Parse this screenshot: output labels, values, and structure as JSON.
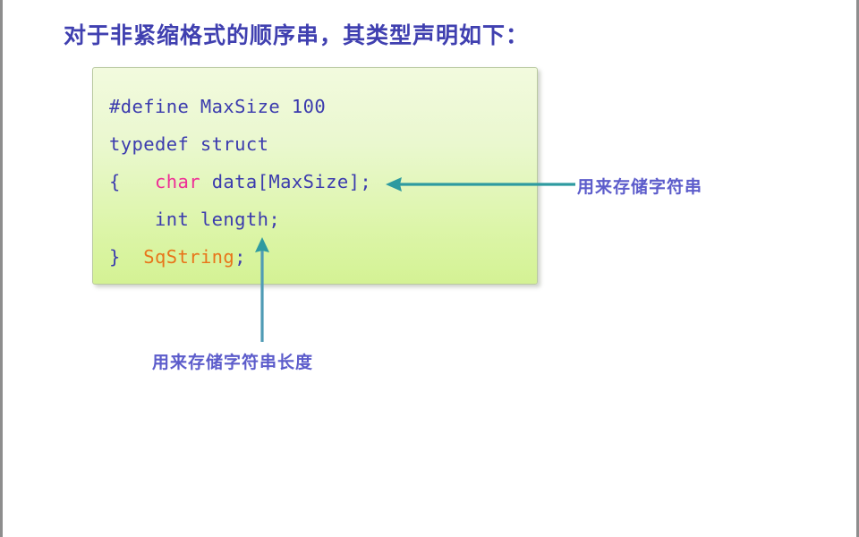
{
  "slide": {
    "title": "对于非紧缩格式的顺序串，其类型声明如下：",
    "code_box": {
      "lines": [
        {
          "id": "line-define",
          "segments": [
            {
              "text": "#define MaxSize 100",
              "style": "plain"
            }
          ]
        },
        {
          "id": "line-typedef",
          "segments": [
            {
              "text": "typedef struct",
              "style": "plain"
            }
          ]
        },
        {
          "id": "line-char-data",
          "segments": [
            {
              "text": "{   ",
              "style": "plain"
            },
            {
              "text": "char",
              "style": "keyword-type"
            },
            {
              "text": " data[MaxSize];",
              "style": "plain"
            }
          ]
        },
        {
          "id": "line-int-length",
          "segments": [
            {
              "text": "    int length;",
              "style": "plain"
            }
          ]
        },
        {
          "id": "line-close",
          "segments": [
            {
              "text": "}  ",
              "style": "plain"
            },
            {
              "text": "SqString",
              "style": "keyword-typename"
            },
            {
              "text": ";",
              "style": "plain"
            }
          ]
        }
      ],
      "full_text_define": "#define MaxSize 100",
      "full_text_typedef": "typedef struct",
      "brace_open": "{",
      "keyword_char": "char",
      "decl_data": " data[MaxSize];",
      "decl_int_length": "int length;",
      "brace_close": "}",
      "type_name": "SqString",
      "semicolon": ";"
    },
    "annotations": {
      "data_note": "用来存储字符串",
      "length_note": "用来存储字符串长度"
    },
    "icons": {
      "arrow_left": "arrow-left-icon",
      "arrow_up": "arrow-up-icon"
    },
    "colors": {
      "title_text": "#4040b0",
      "code_text": "#3b3bae",
      "keyword_type": "#ee2e96",
      "keyword_typename": "#e8751a",
      "annotation_text": "#5c5ccb",
      "arrow": "#2e9aa0",
      "code_bg_top": "#f2fade",
      "code_bg_bottom": "#d4f294",
      "code_border": "#b9c9a0",
      "slide_bg": "#ffffff"
    }
  }
}
